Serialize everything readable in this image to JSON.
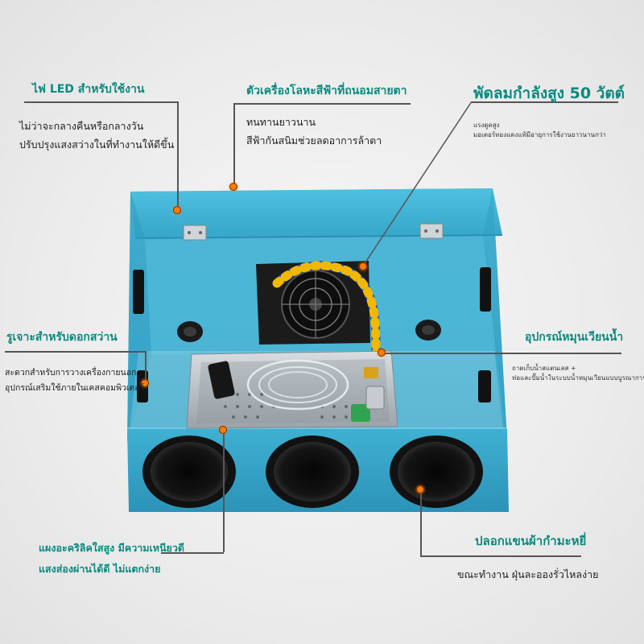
{
  "callouts": {
    "led": {
      "title": "ไฟ LED สำหรับใช้งาน",
      "lines": [
        "ไม่ว่าจะกลางคืนหรือกลางวัน",
        "ปรับปรุงแสงสว่างในที่ทำงานให้ดีขึ้น"
      ]
    },
    "metal": {
      "title": "ตัวเครื่องโลหะสีฟ้าที่ถนอมสายตา",
      "lines": [
        "ทนทานยาวนาน",
        "สีฟ้ากันสนิมช่วยลดอาการล้าตา"
      ]
    },
    "fan": {
      "title": "พัดลมกำลังสูง 50 วัตต์",
      "lines": [
        "แรงดูดสูง",
        "มอเตอร์ทองแดงแท้มีอายุการใช้งานยาวนานกว่า"
      ]
    },
    "drill": {
      "title": "รูเจาะสำหรับดอกสว่าน",
      "lines": [
        "สะดวกสำหรับการวางเครื่องกายนอก",
        "อุปกรณ์เสริมใช้ภายในเคสคอมพิวเตอร์"
      ]
    },
    "water": {
      "title": "อุปกรณ์หมุนเวียนน้ำ",
      "lines": [
        "ถาดเก็บน้ำสแตนเลส +",
        "ท่อและปั๊มน้ำในระบบน้ำหมุนเวียนแบบบูรณาการ"
      ]
    },
    "acrylic": {
      "title": "",
      "lines": [
        "แผงอะคริลิคใสสูง มีความเหนียวดี",
        "แสงส่องผ่านได้ดี ไม่แตกง่าย"
      ]
    },
    "sleeve": {
      "title": "ปลอกแขนผ้ากำมะหยี่",
      "lines": [
        "ขณะทำงาน ฝุ่นละอองรั่วไหลง่าย"
      ]
    }
  },
  "colors": {
    "accent": "#0a8a7e",
    "box_blue": "#39a9cc",
    "dot_orange": "#ff7a00"
  }
}
